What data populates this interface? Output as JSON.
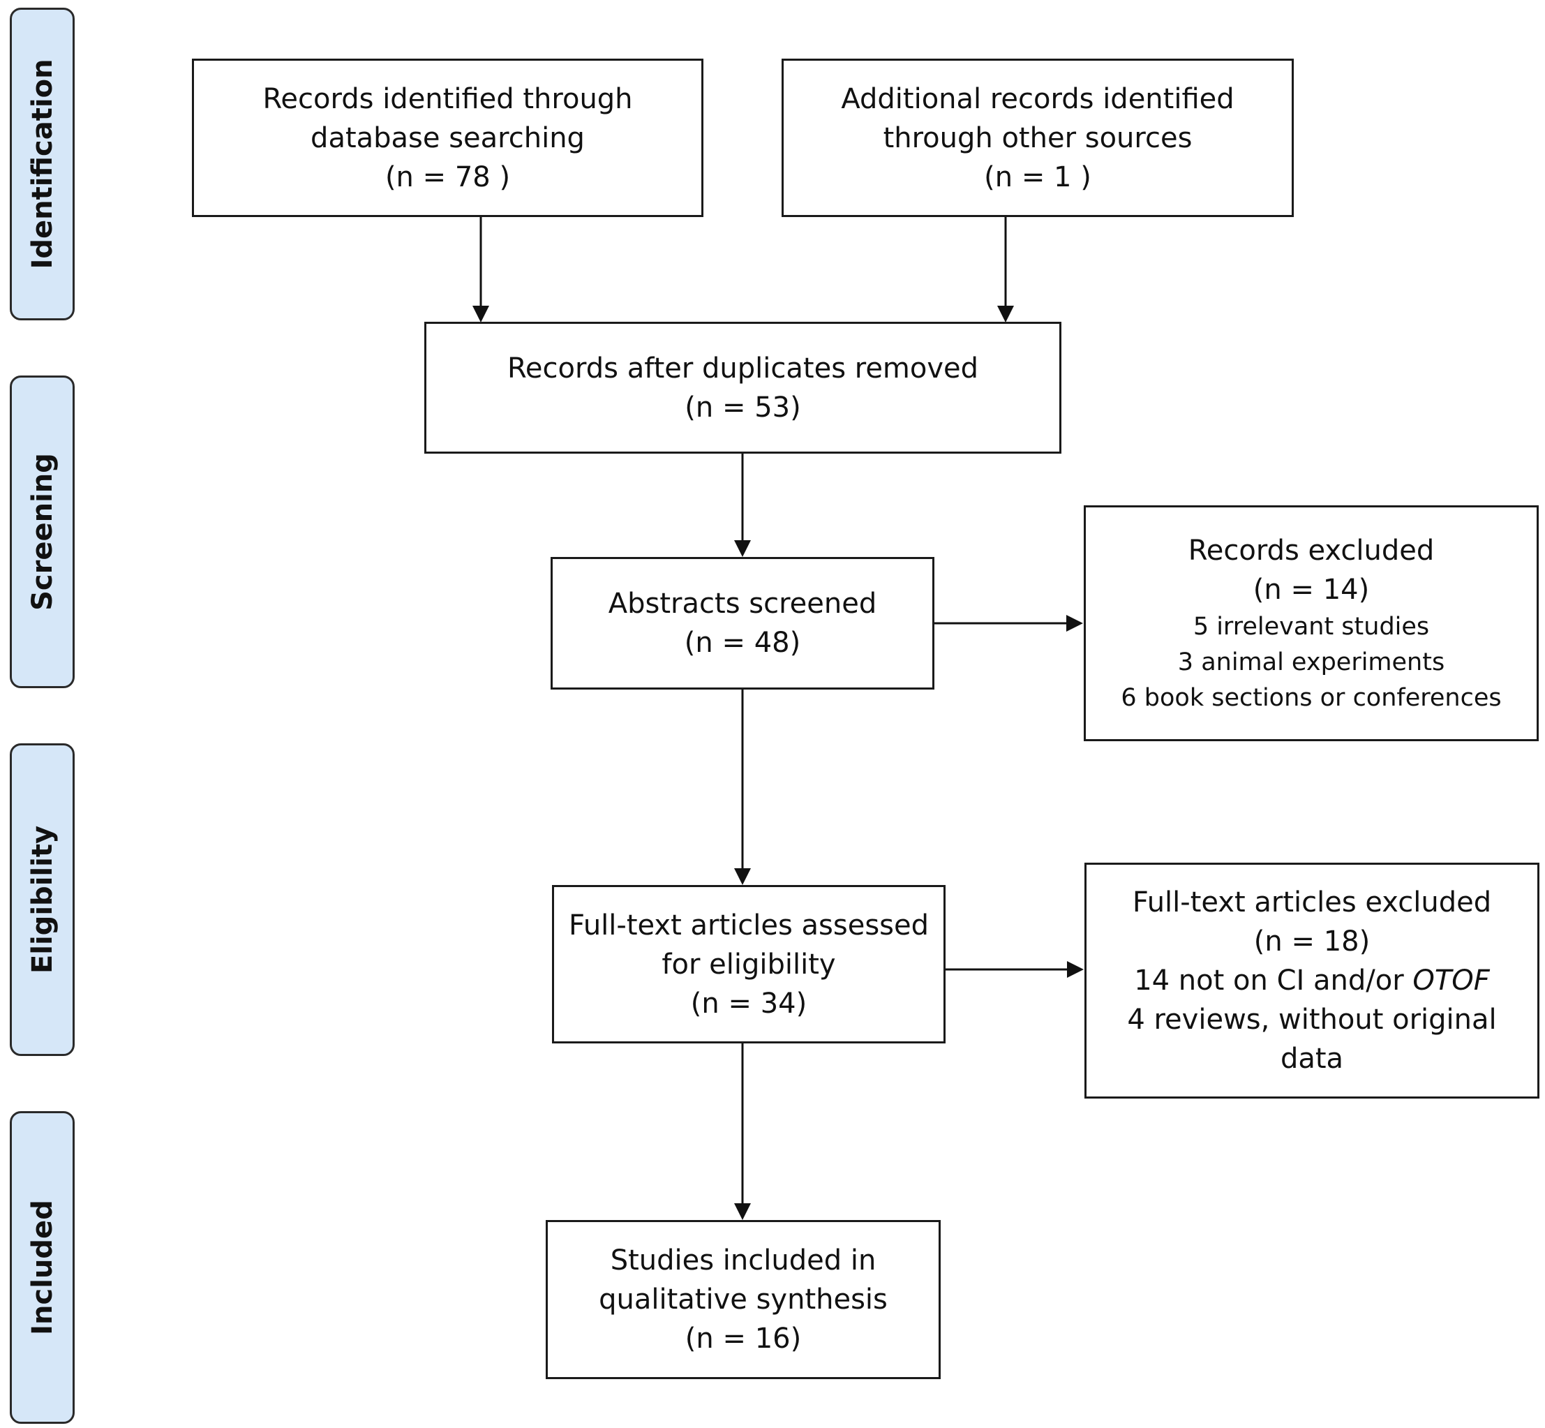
{
  "phases": [
    {
      "id": "identification",
      "label": "Identification"
    },
    {
      "id": "screening",
      "label": "Screening"
    },
    {
      "id": "eligibility",
      "label": "Eligibility"
    },
    {
      "id": "included",
      "label": "Included"
    }
  ],
  "boxes": {
    "database_records": {
      "lines": [
        "Records identified through",
        "database searching",
        "(n = 78 )"
      ]
    },
    "other_sources": {
      "lines": [
        "Additional records identified",
        "through other sources",
        "(n = 1 )"
      ]
    },
    "after_duplicates": {
      "lines": [
        "Records after duplicates removed",
        "(n = 53)"
      ]
    },
    "abstracts_screened": {
      "lines": [
        "Abstracts screened",
        "(n = 48)"
      ]
    },
    "records_excluded": {
      "lines": [
        "Records excluded",
        "(n = 14)"
      ],
      "details": [
        "5 irrelevant studies",
        "3 animal experiments",
        "6 book sections or conferences"
      ]
    },
    "full_text_assessed": {
      "lines": [
        "Full-text articles assessed",
        "for eligibility",
        "(n = 34)"
      ]
    },
    "full_text_excluded": {
      "lines": [
        "Full-text articles excluded",
        "(n = 18)"
      ],
      "detail_prefix": "14 not on CI and/or ",
      "detail_italic": "OTOF",
      "details": [
        "4 reviews, without original",
        "data"
      ]
    },
    "included_studies": {
      "lines": [
        "Studies included in",
        "qualitative synthesis",
        "(n = 16)"
      ]
    }
  }
}
